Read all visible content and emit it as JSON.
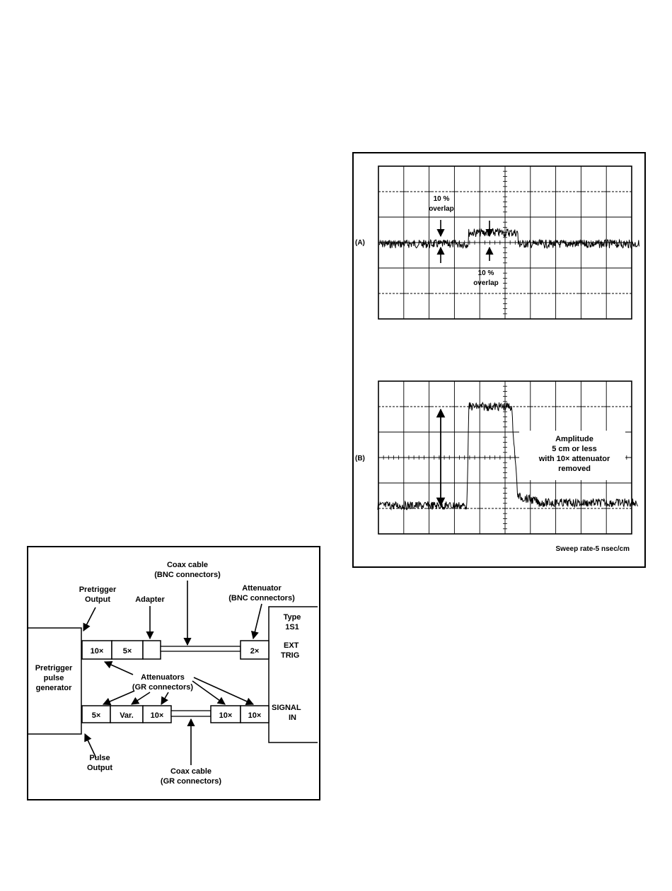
{
  "scope_figure": {
    "trace_a": {
      "label": "(A)",
      "annotation_upper": [
        "10 %",
        "overlap"
      ],
      "annotation_lower": [
        "10 %",
        "overlap"
      ]
    },
    "trace_b": {
      "label": "(B)",
      "annotation": [
        "Amplitude",
        "5 cm  or  less",
        "with  10×  attenuator",
        "removed"
      ]
    },
    "sweep_rate": "Sweep  rate-5  nsec/cm"
  },
  "setup_diagram": {
    "coax_bnc": [
      "Coax  cable",
      "(BNC  connectors)"
    ],
    "pretrigger_output": [
      "Pretrigger",
      "Output"
    ],
    "adapter": "Adapter",
    "attenuator_bnc": [
      "Attenuator",
      "(BNC  connectors)"
    ],
    "type_label": [
      "Type",
      "1S1"
    ],
    "generator": [
      "Pretrigger",
      "pulse",
      "generator"
    ],
    "top_row": {
      "att1": "10×",
      "att2": "5×",
      "att3": "2×"
    },
    "ext_trig": [
      "EXT",
      "TRIG"
    ],
    "attenuators_gr": [
      "Attenuators",
      "(GR  connectors)"
    ],
    "bottom_row": {
      "att1": "5×",
      "att2": "Var.",
      "att3": "10×",
      "att4": "10×",
      "att5": "10×"
    },
    "signal_in": [
      "SIGNAL",
      "IN"
    ],
    "pulse_output": [
      "Pulse",
      "Output"
    ],
    "coax_gr": [
      "Coax  cable",
      "(GR  connectors)"
    ]
  }
}
